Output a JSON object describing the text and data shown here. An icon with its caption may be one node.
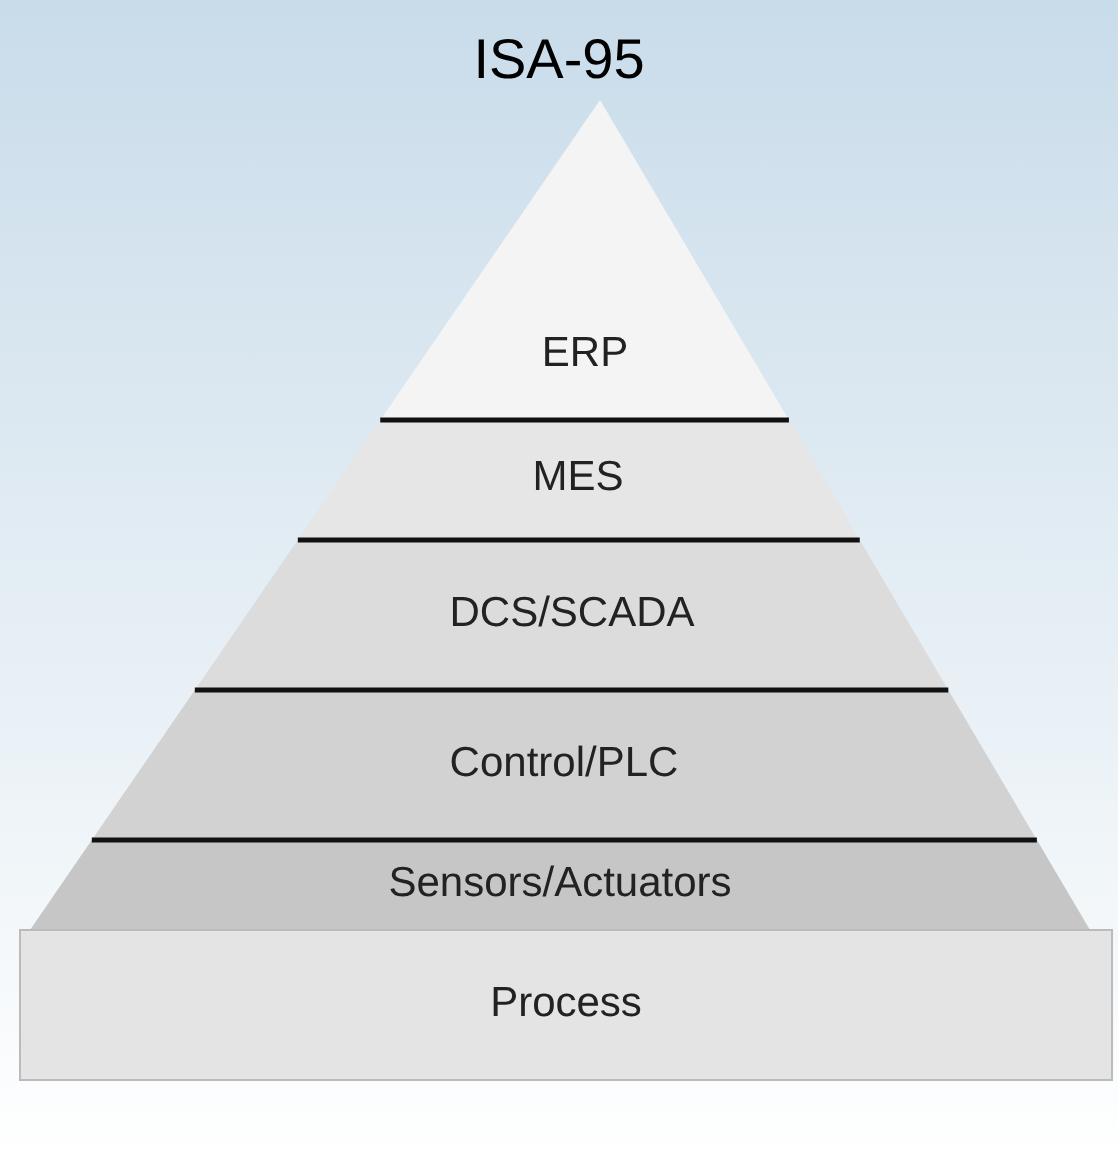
{
  "diagram": {
    "title": "ISA-95",
    "nodes": [
      {
        "text": [
          "ERP"
        ]
      },
      {
        "text": [
          "MES"
        ]
      },
      {
        "text": [
          "DCS/SCADA"
        ]
      },
      {
        "text": [
          "Control/PLC"
        ]
      },
      {
        "text": [
          "Sensors/Actuators"
        ]
      },
      {
        "text": [
          "Process"
        ]
      }
    ]
  }
}
